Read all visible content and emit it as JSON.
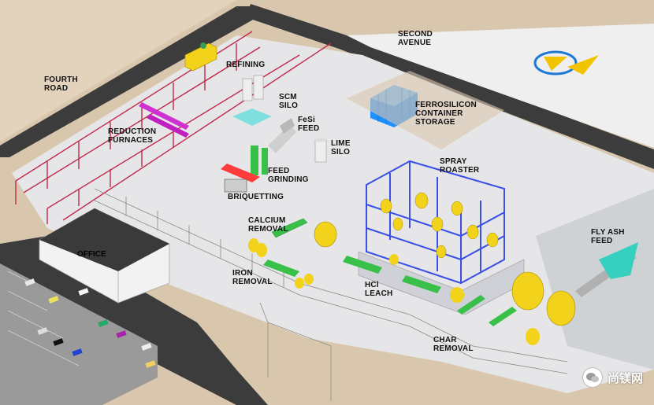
{
  "labels": {
    "fourth_road": "FOURTH\nROAD",
    "second_avenue": "SECOND\nAVENUE",
    "refining": "REFINING",
    "scm_silo": "SCM\nSILO",
    "fesi_feed": "FeSi\nFEED",
    "reduction_furnaces": "REDUCTION\nFURNACES",
    "ferrosilicon_storage": "FERROSILICON\nCONTAINER\nSTORAGE",
    "lime_silo": "LIME\nSILO",
    "feed_grinding": "FEED\nGRINDING",
    "briquetting": "BRIQUETTING",
    "spray_roaster": "SPRAY\nROASTER",
    "calcium_removal": "CALCIUM\nREMOVAL",
    "fly_ash_feed": "FLY ASH\nFEED",
    "office": "OFFICE",
    "iron_removal": "IRON\nREMOVAL",
    "hcl_leach": "HCl\nLEACH",
    "char_removal": "CHAR\nREMOVAL"
  },
  "watermark": {
    "text": "尚镁网",
    "icon": "wechat-icon"
  },
  "compass": {
    "icon": "compass-icon"
  },
  "colors": {
    "ground": "#d9c7ad",
    "road": "#3c3c3c",
    "sidewalk": "#bfbfbf",
    "floor": "#e6e6e8",
    "frame_red": "#c02a4a",
    "frame_blue": "#3a4fe6",
    "tank_yellow": "#f2d21a",
    "conveyor_green": "#38c048",
    "storage_blue": "#1e90ff"
  }
}
